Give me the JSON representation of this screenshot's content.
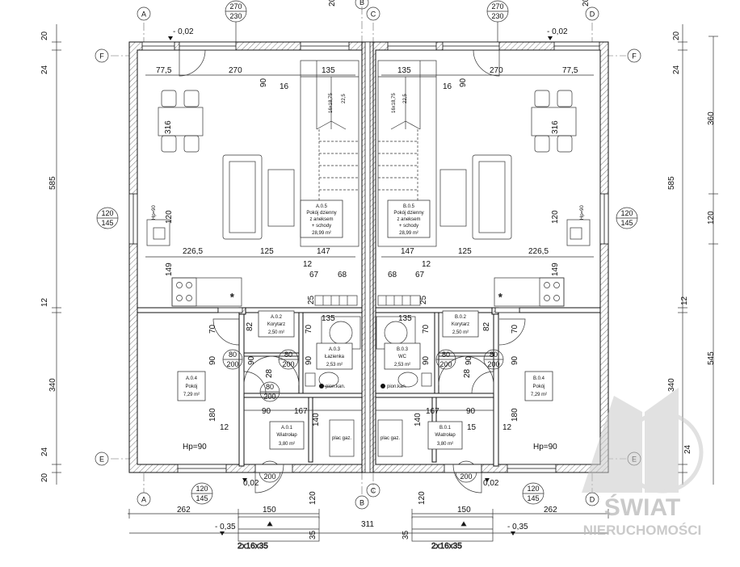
{
  "grid": {
    "A": "A",
    "B": "B",
    "C": "C",
    "D": "D",
    "E": "E",
    "F": "F"
  },
  "top": {
    "bub_num": "270",
    "bub_den": "230",
    "level": "- 0,02"
  },
  "bottom": {
    "level": "0,02",
    "level2": "- 0,35",
    "stair": "2x16x35",
    "door_num": "90",
    "door_den": "200",
    "win_num": "120",
    "win_den": "145",
    "hp": "Hp=90"
  },
  "dims": {
    "d20": "20",
    "d24": "24",
    "d585": "585",
    "d12": "12",
    "d340": "340",
    "d360": "360",
    "d120": "120",
    "d545": "545",
    "d77": "77,5",
    "d270": "270",
    "d135": "135",
    "d16": "16",
    "d90": "90",
    "d316": "316",
    "d226": "226,5",
    "d125": "125",
    "d147": "147",
    "d67": "67",
    "d68": "68",
    "d149": "149",
    "d25": "25",
    "d82": "82",
    "d70": "70",
    "d80": "80",
    "d200": "200",
    "d28": "28",
    "d180": "180",
    "d167": "167",
    "d140": "140",
    "d15": "15",
    "d262": "262",
    "d150": "150",
    "d311": "311",
    "d35": "35",
    "dstairs": "16x18,75",
    "d22": "22,5",
    "hp": "Hp=90"
  },
  "rooms": {
    "a5": {
      "id": "A.0.5",
      "l1": "Pokój dzienny",
      "l2": "z aneksem",
      "l3": "+ schody",
      "area": "28,99 m²"
    },
    "b5": {
      "id": "B.0.5",
      "l1": "Pokój dzienny",
      "l2": "z aneksem",
      "l3": "+ schody",
      "area": "28,99 m²"
    },
    "a2": {
      "id": "A.0.2",
      "l1": "Korytarz",
      "area": "2,50 m²"
    },
    "b2": {
      "id": "B.0.2",
      "l1": "Korytarz",
      "area": "2,50 m²"
    },
    "a3": {
      "id": "A.0.3",
      "l1": "Łazienka",
      "area": "2,53 m²"
    },
    "b3": {
      "id": "B.0.3",
      "l1": "WC",
      "area": "2,53 m²"
    },
    "a4": {
      "id": "A.0.4",
      "l1": "Pokój",
      "area": "7,29 m²"
    },
    "b4": {
      "id": "B.0.4",
      "l1": "Pokój",
      "area": "7,29 m²"
    },
    "a1": {
      "id": "A.0.1",
      "l1": "Wiatrołap",
      "area": "3,80 m²"
    },
    "b1": {
      "id": "B.0.1",
      "l1": "Wiatrołap",
      "area": "3,80 m²"
    },
    "pion": "pion.kan.",
    "plac": "plac gaz."
  },
  "brand": {
    "l1": "ŚWIAT",
    "l2": "NIERUCHOMOŚCI"
  }
}
